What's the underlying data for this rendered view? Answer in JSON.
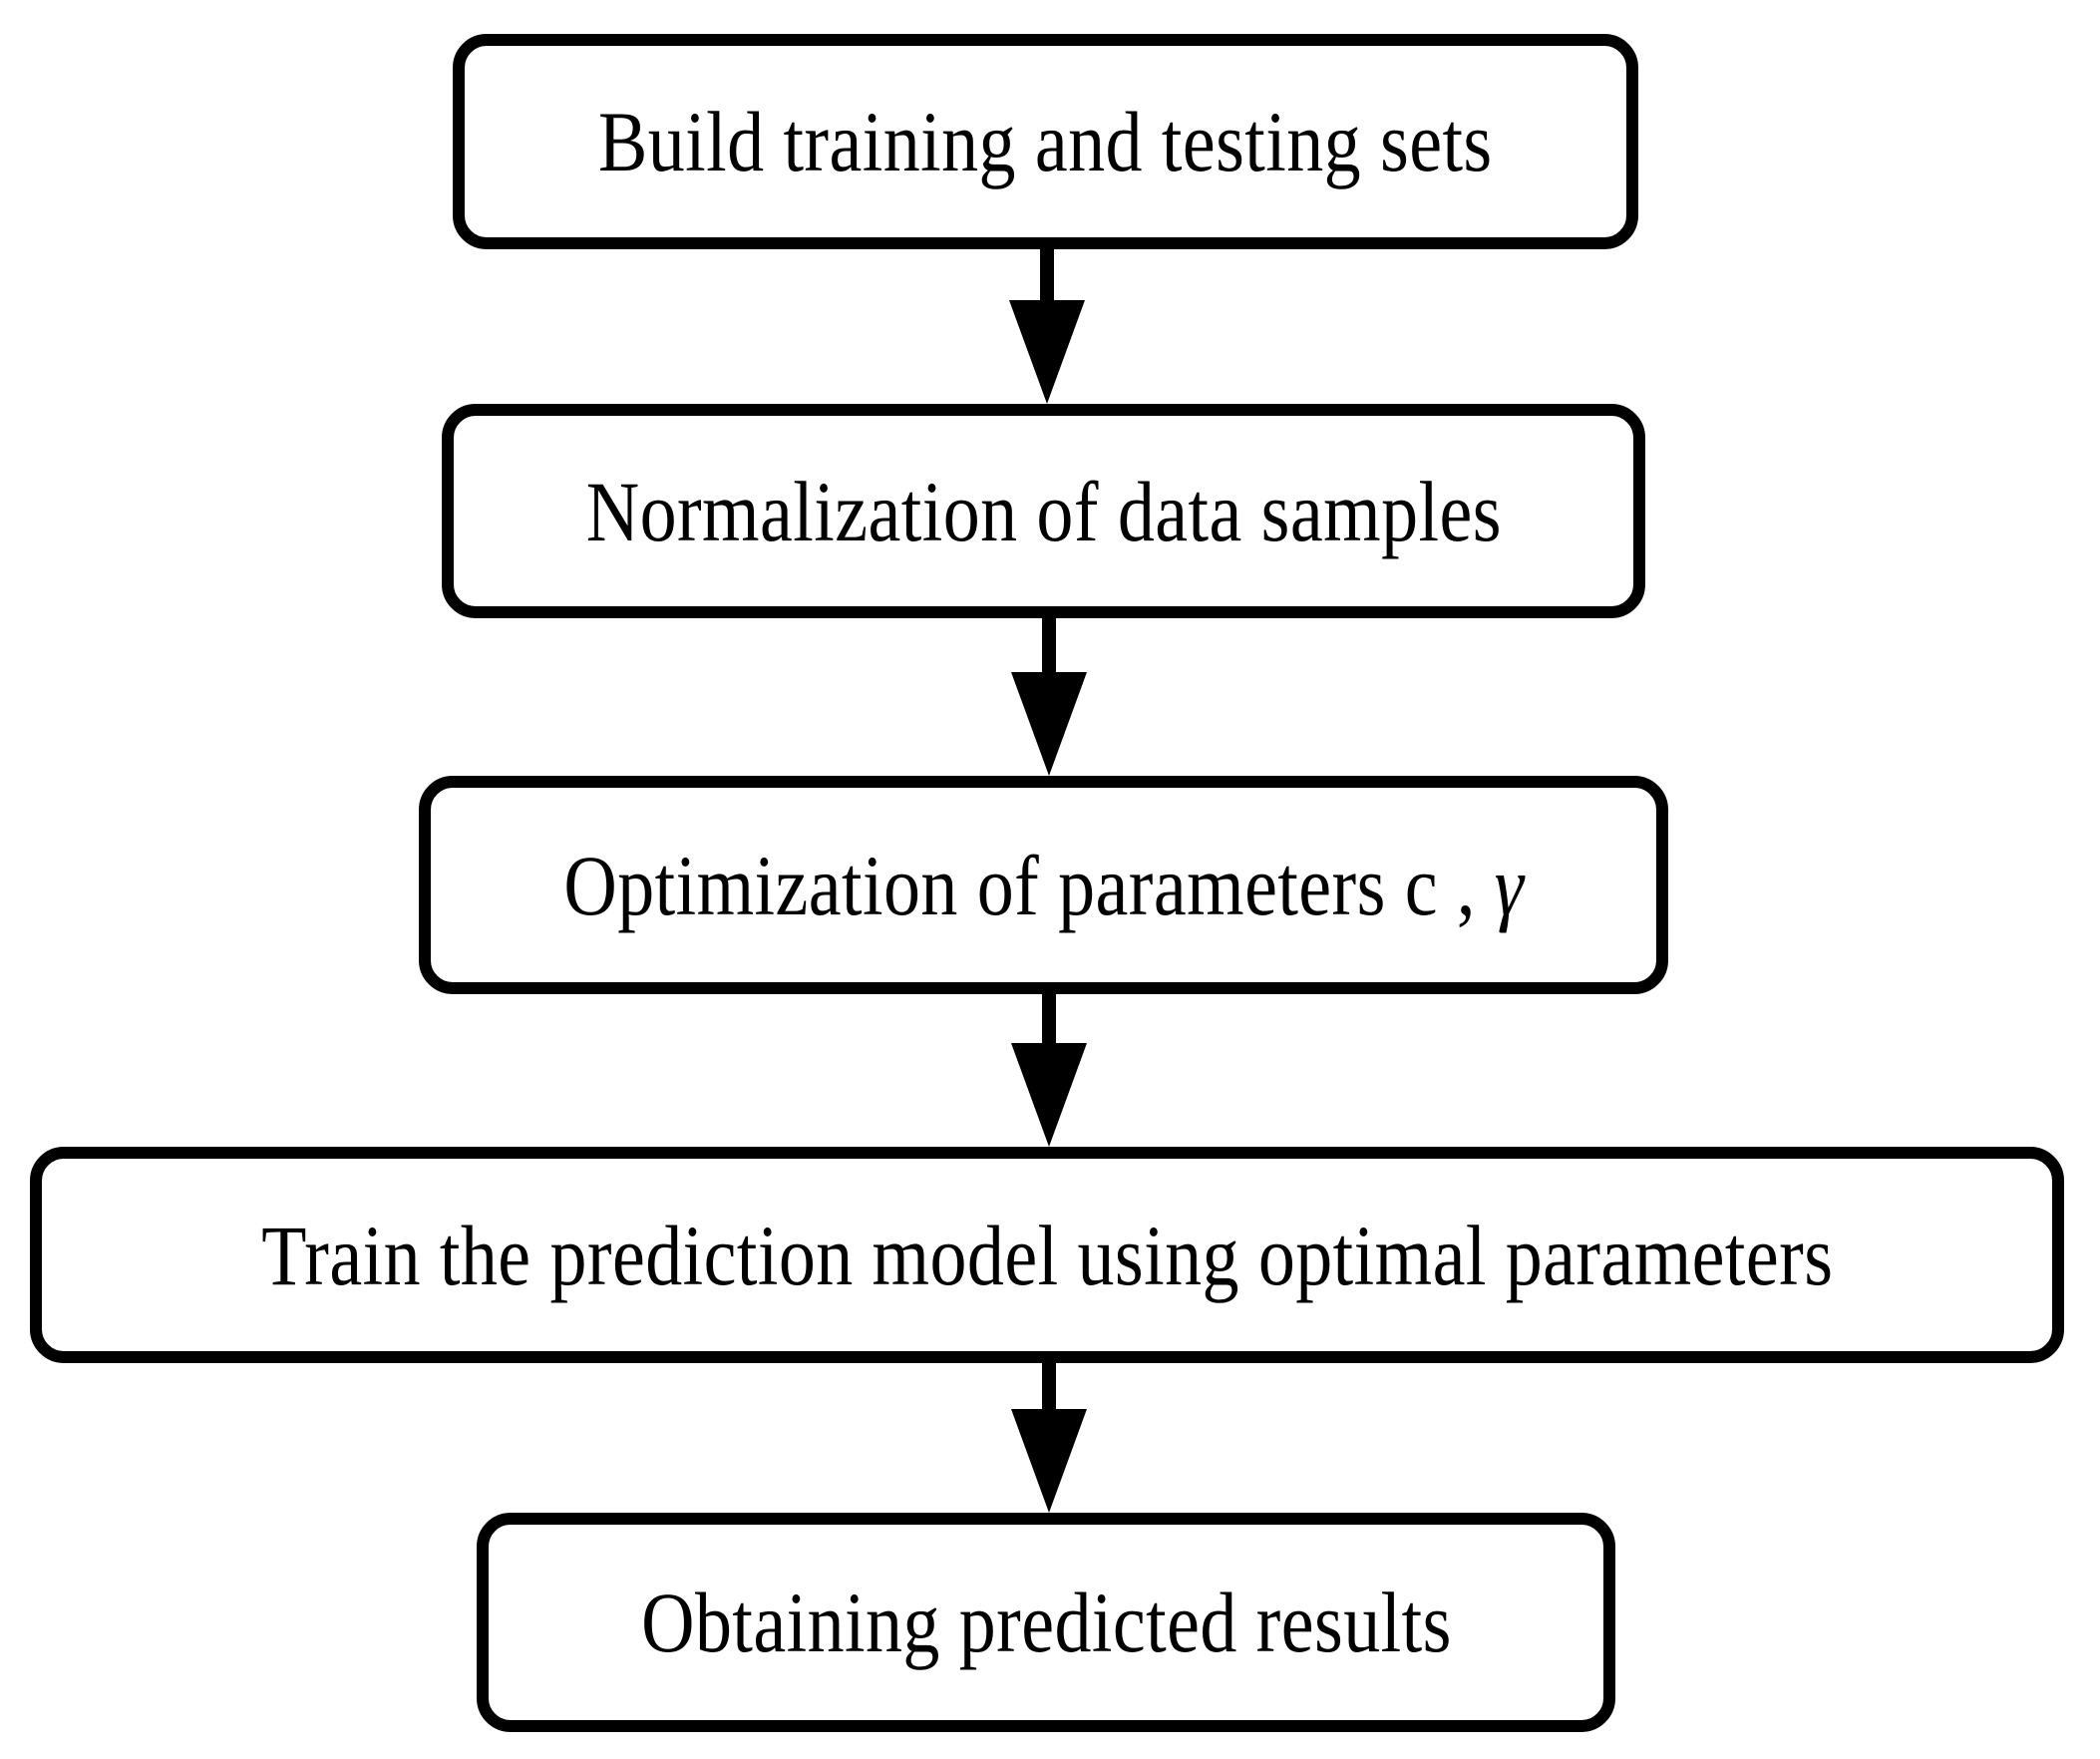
{
  "diagram": {
    "type": "flowchart",
    "orientation": "vertical",
    "title": "",
    "background_color": "#ffffff",
    "stroke_color": "#000000",
    "nodes": [
      {
        "id": "build-sets",
        "label": "Build training and testing sets"
      },
      {
        "id": "normalize",
        "label": "Normalization of data samples"
      },
      {
        "id": "optimize-params",
        "label_prefix": "Optimization of parameters c , ",
        "label_greek": "γ",
        "label": "Optimization of parameters c , γ"
      },
      {
        "id": "train-model",
        "label": "Train the prediction model using optimal parameters"
      },
      {
        "id": "obtain-results",
        "label": "Obtaining predicted results"
      }
    ],
    "edges": [
      {
        "id": "edge-1",
        "from": "build-sets",
        "to": "normalize",
        "style": "solid-filled-arrow",
        "direction": "down"
      },
      {
        "id": "edge-2",
        "from": "normalize",
        "to": "optimize-params",
        "style": "solid-filled-arrow",
        "direction": "down"
      },
      {
        "id": "edge-3",
        "from": "optimize-params",
        "to": "train-model",
        "style": "solid-filled-arrow",
        "direction": "down"
      },
      {
        "id": "edge-4",
        "from": "train-model",
        "to": "obtain-results",
        "style": "solid-filled-arrow",
        "direction": "down"
      }
    ]
  }
}
